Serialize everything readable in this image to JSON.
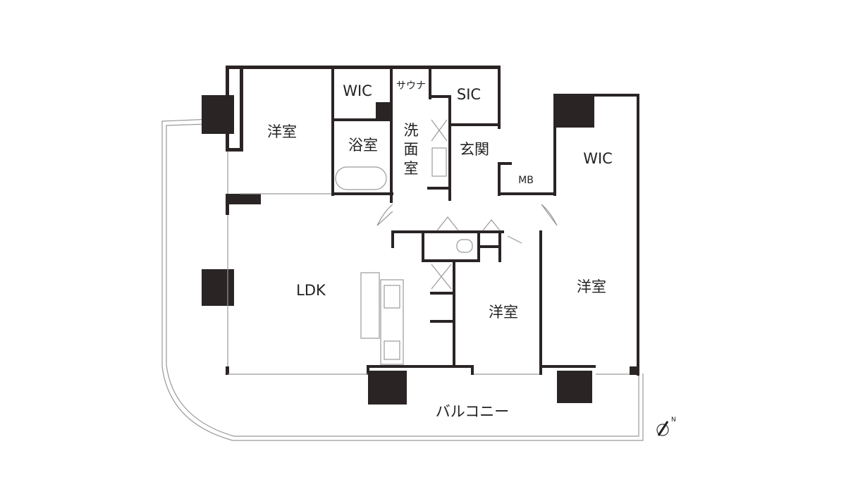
{
  "floor_plan": {
    "rooms": {
      "western_room_nw": "洋室",
      "wic_north": "WIC",
      "sauna": "サウナ",
      "sic": "SIC",
      "bathroom": "浴室",
      "washroom_1": "洗",
      "washroom_2": "面",
      "washroom_3": "室",
      "entrance": "玄関",
      "wic_east": "WIC",
      "mb": "MB",
      "ldk": "LDK",
      "western_room_center": "洋室",
      "western_room_east": "洋室",
      "balcony": "バルコニー"
    },
    "compass_label": "N",
    "colors": {
      "wall": "#2a2424",
      "outline": "#9a9a9a"
    }
  }
}
